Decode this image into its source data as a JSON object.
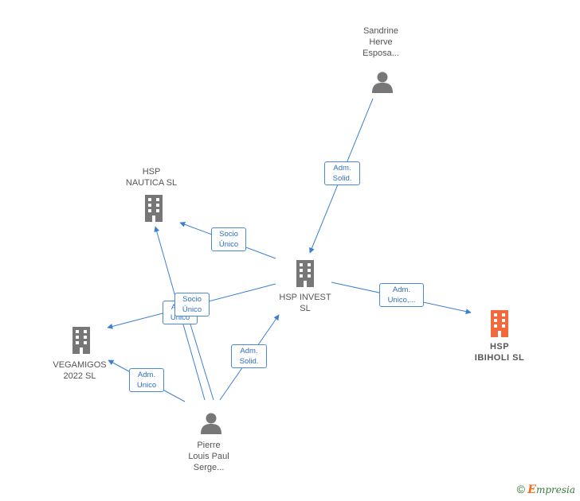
{
  "nodes": {
    "sandrine": {
      "lines": [
        "Sandrine",
        "Herve",
        "Esposa..."
      ]
    },
    "hsp_nautica": {
      "lines": [
        "HSP",
        "NAUTICA  SL"
      ]
    },
    "hsp_invest": {
      "lines": [
        "HSP INVEST",
        "SL"
      ]
    },
    "hsp_ibiholi": {
      "lines": [
        "HSP",
        "IBIHOLI  SL"
      ]
    },
    "vegamigos": {
      "lines": [
        "VEGAMIGOS",
        "2022  SL"
      ]
    },
    "pierre": {
      "lines": [
        "Pierre",
        "Louis Paul",
        "Serge..."
      ]
    }
  },
  "edges": {
    "sandrine_invest": [
      "Adm.",
      "Solid."
    ],
    "invest_nautica": [
      "Socio",
      "Único"
    ],
    "invest_vegamigos": [
      "Socio",
      "Único"
    ],
    "invest_ibiholi": [
      "Adm.",
      "Unico,..."
    ],
    "pierre_nautica": [
      "Adm.",
      "Unico"
    ],
    "pierre_vegamigos": [
      "Adm.",
      "Unico"
    ],
    "pierre_invest": [
      "Adm.",
      "Solid."
    ]
  },
  "colors": {
    "edge": "#3b7fd4",
    "company": "#777777",
    "highlight": "#f26a3c",
    "person": "#777777"
  },
  "watermark": {
    "copyright": "©",
    "brand_initial": "E",
    "brand_rest": "mpresia"
  }
}
